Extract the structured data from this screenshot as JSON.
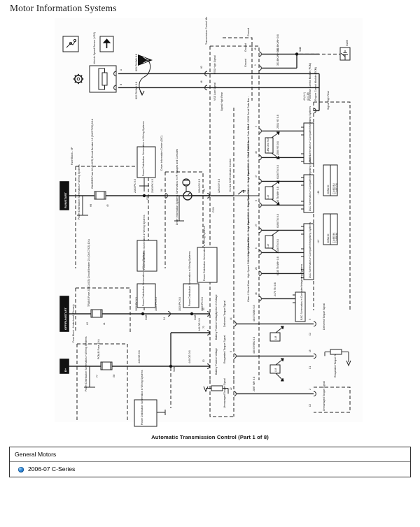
{
  "document": {
    "title": "Motor Information Systems",
    "caption": "Automatic Transmission Control (Part 1 of 8)"
  },
  "vehicle_panel": {
    "make": "General Motors",
    "model_row": {
      "icon": "blue-sphere-icon",
      "label": "2006-07 C-Series"
    }
  },
  "toolbar": {
    "items": [
      {
        "name": "link-tool-icon",
        "glyph": "schematic-link"
      },
      {
        "name": "up-arrow-icon",
        "glyph": "↑"
      }
    ]
  },
  "colors": {
    "ink": "#1a1a1a",
    "rule": "#333333",
    "accent_blue": "#2e86d6",
    "canvas": "#ffffff"
  },
  "diagram": {
    "type": "automotive-wiring-schematic",
    "components": [
      {
        "id": "vss",
        "label": "Vehicle Speed Sensor (VSS)",
        "kind": "sensor-box"
      },
      {
        "id": "tcm",
        "label": "Transmission Control Module (TCM)",
        "kind": "dashed-module"
      },
      {
        "id": "pcm",
        "label": "Powertrain Control Module (PCM) / Engine Control Module (ECM)",
        "kind": "dashed-module"
      },
      {
        "id": "fuse-block-ip",
        "label": "Fuse Block - I/P",
        "kind": "dashed-module"
      },
      {
        "id": "fuse-block-underhood",
        "label": "Fuse Block - Underhood (Primary)",
        "kind": "dashed-module"
      },
      {
        "id": "dic",
        "label": "Driver Information Center (DIC)",
        "kind": "dashed-module"
      },
      {
        "id": "ground-g205",
        "label": "G205",
        "kind": "ground"
      }
    ],
    "power_rails": [
      {
        "id": "run-start",
        "label": "RUN/START"
      },
      {
        "id": "off-run-start",
        "label": "OFF/RUN/START"
      },
      {
        "id": "b-plus",
        "label": "B+"
      }
    ],
    "fuses": [
      {
        "id": "gauges",
        "label": "GAUGES Fuse 10 (C4/C5) Circuit Breaker 10 (C6/C7/C8) 10 A"
      },
      {
        "id": "trans",
        "label": "TRANS Fuse 23 (C4/C5) Circuit Breaker 23 (C6/C7/C8) 10 A"
      },
      {
        "id": "pcm-b",
        "label": "PCM-B Fuse 10 A"
      }
    ],
    "reference_blocks": [
      {
        "label": "Power Distribution Schematics in Wiring Systems"
      },
      {
        "label": "Power Distribution Schematics in Wiring Systems"
      },
      {
        "label": "Power Distribution Schematics in Wiring Systems"
      },
      {
        "label": "Power Distribution Schematics in Wiring Systems"
      },
      {
        "label": "Driver Information Systems Schematics in I/P, Gauges and Consoles"
      },
      {
        "label": "DLC Schematics in Computer/Integrating Systems"
      },
      {
        "label": "DLC Schematics in Computer/Integrating Systems"
      },
      {
        "label": "DLC Schematics in Computer/Integrating Systems"
      },
      {
        "label": "DLC Schematics in Computer/Integrating Systems"
      },
      {
        "label": "EAC Schematics in Computer/Integrating Systems"
      }
    ],
    "signal_labels": [
      "VSS High Signal",
      "VSS Low Signal",
      "Signal High Rear",
      "Ground",
      "Ground",
      "SAE J1939 Serial Data Bus -",
      "SAE J1939 Serial Data Bus +",
      "High Speed GMLAN Serial Data Bus -",
      "High Speed GMLAN Serial Data Bus +",
      "High Speed GMLAN Serial Data Bus -",
      "High Speed GMLAN Serial Data Bus +",
      "High Speed GMLAN Serial Data Bus -",
      "High Speed GMLAN Serial Data Bus +",
      "Do Not Shift Indicator Control",
      "Class 2 Serial Data",
      "Ignition 0 Voltage",
      "Battery Positive Voltage",
      "Battery Positive Voltage",
      "Delivered Torque Signal",
      "Delivered Torque Signal",
      "Requested Torque Signal",
      "Requested Torque Signal",
      "Unmanaged Torque Signal",
      "Unmanaged Torque Signal",
      "Signal High Rear"
    ],
    "wire_callouts": [
      {
        "circuit": "821",
        "color": "PU/WH",
        "gauge": "0.8"
      },
      {
        "circuit": "822",
        "color": "PU/WH",
        "gauge": "0.8"
      },
      {
        "circuit": "351",
        "color": "BK/WH",
        "gauge": "0.8"
      },
      {
        "circuit": "351",
        "color": "BK/WH",
        "gauge": "0.8"
      },
      {
        "circuit": "2501",
        "color": "YE",
        "gauge": "0.8"
      },
      {
        "circuit": "2500",
        "color": "YE",
        "gauge": "0.8"
      },
      {
        "circuit": "5081",
        "color": "YE",
        "gauge": "0.8"
      },
      {
        "circuit": "5080",
        "color": "YE",
        "gauge": "0.8"
      },
      {
        "circuit": "6136",
        "color": "TN",
        "gauge": "0.8"
      },
      {
        "circuit": "6135",
        "color": "TN/WH",
        "gauge": "0.8"
      },
      {
        "circuit": "6190",
        "color": "TN",
        "gauge": "0.8"
      },
      {
        "circuit": "6136",
        "color": "TN",
        "gauge": "0.8"
      },
      {
        "circuit": "6135",
        "color": "TN/WH",
        "gauge": "0.8"
      },
      {
        "circuit": "2470",
        "color": "TN",
        "gauge": "0.8"
      },
      {
        "circuit": "1294",
        "color": "GY",
        "gauge": "0.5"
      },
      {
        "circuit": "1294",
        "color": "GY",
        "gauge": "0.5"
      },
      {
        "circuit": "2163",
        "color": "PK",
        "gauge": "0.5"
      },
      {
        "circuit": "2163",
        "color": "PK",
        "gauge": "0.5"
      },
      {
        "circuit": "1020",
        "color": "PK",
        "gauge": "0.5"
      },
      {
        "circuit": "1020",
        "color": "PK",
        "gauge": "0.5"
      },
      {
        "circuit": "1020",
        "color": "PK",
        "gauge": "0.8"
      },
      {
        "circuit": "1020",
        "color": "PK",
        "gauge": "0.8"
      },
      {
        "circuit": "440",
        "color": "OG",
        "gauge": "0.8"
      },
      {
        "circuit": "440",
        "color": "OG",
        "gauge": "0.8"
      },
      {
        "circuit": "484",
        "color": "TN/BK",
        "gauge": "0.8"
      },
      {
        "circuit": "484",
        "color": "TN/BK",
        "gauge": "0.8"
      },
      {
        "circuit": "480",
        "color": "GY/BK",
        "gauge": "0.8"
      },
      {
        "circuit": "2897",
        "color": "WH",
        "gauge": "0.8"
      }
    ],
    "splices": [
      "S116",
      "S211",
      "S108",
      "S108",
      "S101",
      "S101"
    ],
    "connectors": [
      "C124",
      "C4",
      "C101",
      "C1",
      "C2",
      "C2",
      "C4"
    ],
    "pin_numbers": [
      "A",
      "B",
      "60",
      "46",
      "48",
      "9",
      "38",
      "47",
      "27",
      "6",
      "26",
      "46",
      "29",
      "63",
      "70",
      "10",
      "44",
      "5",
      "6",
      "15",
      "22",
      "2",
      "9",
      "55"
    ],
    "option_tags": [
      "L18",
      "LLY",
      "LLY",
      "L18",
      "L18",
      "L18",
      "LBN C6/C7/C8",
      "45 (LLY) 41 (L18)"
    ],
    "conn_id_tables": [
      {
        "title": "CONN ID",
        "rows": [
          "C1=BD BU",
          "C2=BE GN"
        ],
        "tag": "L18"
      },
      {
        "title": "CONN ID",
        "rows": [
          "C1=BE BK",
          "C2=BB BK"
        ],
        "tag": "LLY"
      }
    ]
  }
}
